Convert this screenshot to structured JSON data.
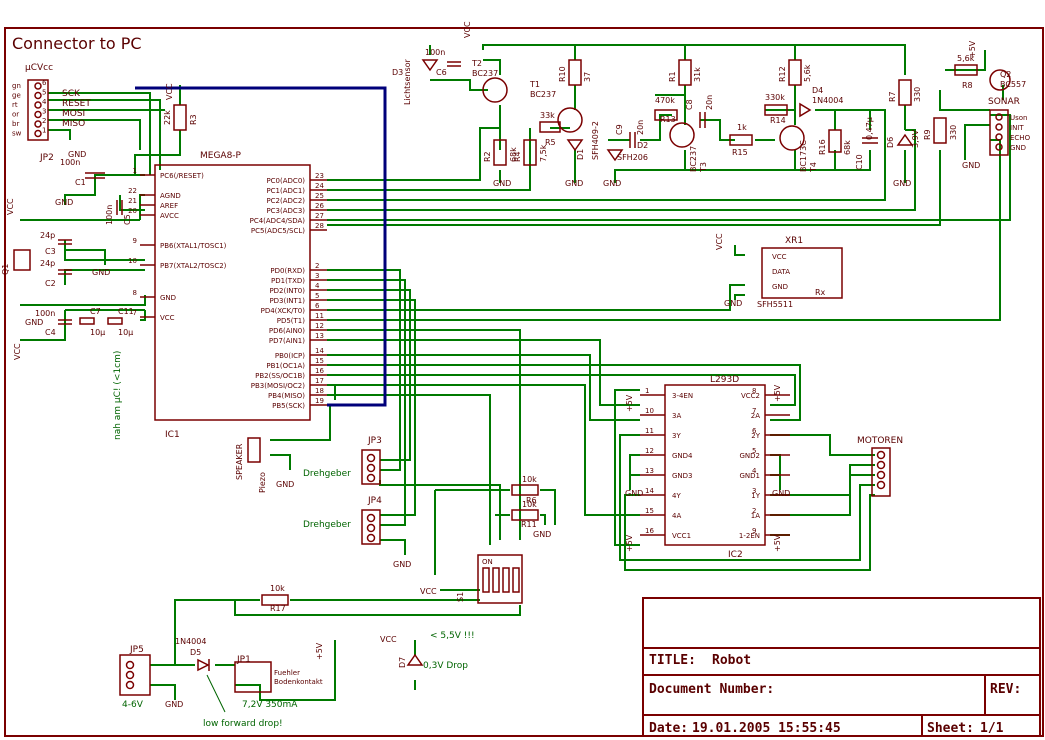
{
  "sheet_title": "Connector to PC",
  "colors": {
    "wire": "#007a00",
    "device": "#7a0000",
    "bus": "#00007a",
    "text": "#5a0000",
    "note": "#006400"
  },
  "supply": {
    "vcc": "VCC",
    "plus5v": "+5V",
    "gnd": "GND"
  },
  "jp2": {
    "name": "JP2",
    "label": "µCVcc",
    "wire_colors": [
      "gn",
      "ge",
      "rt",
      "or",
      "br",
      "sw"
    ],
    "signals": [
      "SCK",
      "RESET",
      "MOSI",
      "MISO"
    ],
    "pins": [
      "6",
      "5",
      "4",
      "3",
      "2",
      "1"
    ]
  },
  "ic1": {
    "name": "MEGA8-P",
    "ref": "IC1",
    "left_pins": [
      {
        "num": "1",
        "name": "PC6(/RESET)"
      },
      {
        "num": "22",
        "name": "AGND"
      },
      {
        "num": "21",
        "name": "AREF"
      },
      {
        "num": "20",
        "name": "AVCC"
      },
      {
        "num": "9",
        "name": "PB6(XTAL1/TOSC1)"
      },
      {
        "num": "10",
        "name": "PB7(XTAL2/TOSC2)"
      },
      {
        "num": "8",
        "name": "GND"
      },
      {
        "num": "7",
        "name": "VCC"
      }
    ],
    "right_pins": [
      {
        "num": "23",
        "name": "PC0(ADC0)"
      },
      {
        "num": "24",
        "name": "PC1(ADC1)"
      },
      {
        "num": "25",
        "name": "PC2(ADC2)"
      },
      {
        "num": "26",
        "name": "PC3(ADC3)"
      },
      {
        "num": "27",
        "name": "PC4(ADC4/SDA)"
      },
      {
        "num": "28",
        "name": "PC5(ADC5/SCL)"
      },
      {
        "num": "2",
        "name": "PD0(RXD)"
      },
      {
        "num": "3",
        "name": "PD1(TXD)"
      },
      {
        "num": "4",
        "name": "PD2(INT0)"
      },
      {
        "num": "5",
        "name": "PD3(INT1)"
      },
      {
        "num": "6",
        "name": "PD4(XCK/T0)"
      },
      {
        "num": "11",
        "name": "PD5(T1)"
      },
      {
        "num": "12",
        "name": "PD6(AIN0)"
      },
      {
        "num": "13",
        "name": "PD7(AIN1)"
      },
      {
        "num": "14",
        "name": "PB0(ICP)"
      },
      {
        "num": "15",
        "name": "PB1(OC1A)"
      },
      {
        "num": "16",
        "name": "PB2(SS/OC1B)"
      },
      {
        "num": "17",
        "name": "PB3(MOSI/OC2)"
      },
      {
        "num": "18",
        "name": "PB4(MISO)"
      },
      {
        "num": "19",
        "name": "PB5(SCK)"
      }
    ]
  },
  "ic2": {
    "name": "L293D",
    "ref": "IC2",
    "left_pins": [
      {
        "num": "1",
        "name": "3-4EN"
      },
      {
        "num": "10",
        "name": "3A"
      },
      {
        "num": "11",
        "name": "3Y"
      },
      {
        "num": "12",
        "name": "GND4"
      },
      {
        "num": "13",
        "name": "GND3"
      },
      {
        "num": "14",
        "name": "4Y"
      },
      {
        "num": "15",
        "name": "4A"
      },
      {
        "num": "16",
        "name": "VCC1"
      }
    ],
    "right_pins": [
      {
        "num": "8",
        "name": "VCC2"
      },
      {
        "num": "7",
        "name": "2A"
      },
      {
        "num": "6",
        "name": "2Y"
      },
      {
        "num": "5",
        "name": "GND2"
      },
      {
        "num": "4",
        "name": "GND1"
      },
      {
        "num": "3",
        "name": "1Y"
      },
      {
        "num": "2",
        "name": "1A"
      },
      {
        "num": "9",
        "name": "1-2EN"
      }
    ]
  },
  "parts": {
    "r3": {
      "ref": "R3",
      "val": "22k"
    },
    "c1": {
      "ref": "C1",
      "val": "100n"
    },
    "c5": {
      "ref": "C5",
      "val": "100n"
    },
    "q1": {
      "ref": "Q1"
    },
    "c3": {
      "ref": "C3",
      "val": "24p"
    },
    "c2": {
      "ref": "C2",
      "val": "24p"
    },
    "c4": {
      "ref": "C4",
      "val": "100n"
    },
    "c7": {
      "ref": "C7",
      "val": "10µ"
    },
    "c11": {
      "ref": "C11",
      "val": "10µ"
    },
    "d3": {
      "ref": "D3",
      "val": "Lichtsensor"
    },
    "c6": {
      "ref": "C6",
      "val": "100n"
    },
    "t2": {
      "ref": "T2",
      "val": "BC237"
    },
    "r2": {
      "ref": "R2",
      "val": "68k"
    },
    "t1": {
      "ref": "T1",
      "val": "BC237"
    },
    "r10": {
      "ref": "R10",
      "val": "37"
    },
    "r5": {
      "ref": "R5",
      "val": "33k"
    },
    "r4": {
      "ref": "R4",
      "val": "7,5k"
    },
    "d1": {
      "ref": "D1",
      "val": "SFH409-2"
    },
    "d2": {
      "ref": "D2",
      "val": "SFH206"
    },
    "c9": {
      "ref": "C9",
      "val": "20n"
    },
    "r1": {
      "ref": "R1",
      "val": "31k"
    },
    "r13": {
      "ref": "R13",
      "val": "470k"
    },
    "c8": {
      "ref": "C8",
      "val": "20n"
    },
    "t3": {
      "ref": "T3",
      "val": "BC237"
    },
    "r15": {
      "ref": "R15",
      "val": "1k"
    },
    "r12": {
      "ref": "R12",
      "val": "5,6k"
    },
    "r14": {
      "ref": "R14",
      "val": "330k"
    },
    "d4": {
      "ref": "D4",
      "val": "1N4004"
    },
    "t4": {
      "ref": "T4",
      "val": "BC173C"
    },
    "r16": {
      "ref": "R16",
      "val": "68k"
    },
    "c10": {
      "ref": "C10",
      "val": "0,47µ"
    },
    "r7": {
      "ref": "R7",
      "val": "330"
    },
    "d6": {
      "ref": "D6",
      "val": "3,9V"
    },
    "r8": {
      "ref": "R8",
      "val": "5,6k"
    },
    "q2": {
      "ref": "Q2",
      "val": "BC557"
    },
    "r9": {
      "ref": "R9",
      "val": "330"
    },
    "sonar": {
      "ref": "SONAR",
      "pins": [
        "Uson",
        "INIT",
        "ECHO",
        "GND"
      ]
    },
    "xr1": {
      "ref": "XR1",
      "val": "SFH5511",
      "pins": [
        "VCC",
        "DATA",
        "GND"
      ],
      "rx": "Rx"
    },
    "speaker": {
      "ref": "SPEAKER",
      "val": "Piezo"
    },
    "jp3": {
      "ref": "JP3",
      "note": "Drehgeber"
    },
    "jp4": {
      "ref": "JP4",
      "note": "Drehgeber"
    },
    "r6": {
      "ref": "R6",
      "val": "10k"
    },
    "r11": {
      "ref": "R11",
      "val": "10k"
    },
    "s1": {
      "ref": "S1",
      "on": "ON"
    },
    "motoren": {
      "ref": "MOTOREN"
    },
    "r17": {
      "ref": "R17",
      "val": "10k"
    },
    "jp5": {
      "ref": "JP5",
      "note": "4-6V"
    },
    "d5": {
      "ref": "D5",
      "val": "1N4004",
      "note": "low forward drop!"
    },
    "jp1": {
      "ref": "JP1",
      "val1": "Fuehler",
      "val2": "Bodenkontakt",
      "note": "7,2V 350mA"
    },
    "d7": {
      "ref": "D7",
      "note": "0,3V Drop"
    }
  },
  "notes": {
    "near_uc": "nah am µC! (<1cm)",
    "lt55": "< 5,5V !!!"
  },
  "title_block": {
    "title_label": "TITLE:",
    "title": "Robot",
    "docnum_label": "Document Number:",
    "rev_label": "REV:",
    "date_label": "Date:",
    "date": "19.01.2005 15:55:45",
    "sheet_label": "Sheet:",
    "sheet": "1/1"
  }
}
